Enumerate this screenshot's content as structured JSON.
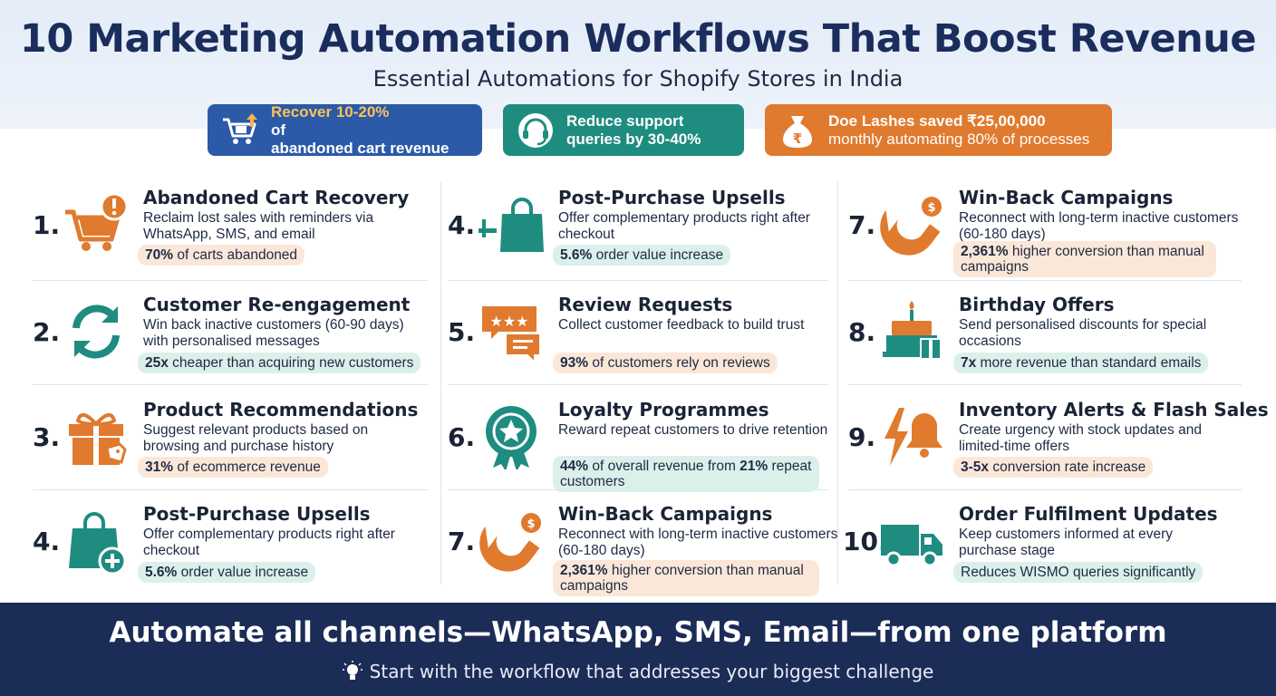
{
  "header": {
    "title": "10 Marketing Automation Workflows That Boost Revenue",
    "subtitle": "Essential Automations for Shopify Stores in India"
  },
  "stats": [
    {
      "line1_hl": "Recover 10-20%",
      "line1_rest": " of",
      "line2": "abandoned cart revenue",
      "icon": "cart-upload-icon",
      "color": "#2a5aa8"
    },
    {
      "line1": "Reduce support",
      "line2": "queries by 30-40%",
      "icon": "headset-icon",
      "color": "#1f8c80"
    },
    {
      "line1": "Doe Lashes saved ₹25,00,000",
      "line2": "monthly automating 80% of processes",
      "icon": "rupee-bag-icon",
      "color": "#e07a2e"
    }
  ],
  "workflows": [
    {
      "num": "1.",
      "title": "Abandoned Cart Recovery",
      "desc": "Reclaim lost sales with reminders via WhatsApp, SMS, and email",
      "stat_bold": "70%",
      "stat_rest": " of carts abandoned",
      "icon": "cart-alert-icon"
    },
    {
      "num": "2.",
      "title": "Customer Re-engagement",
      "desc": "Win back inactive customers (60-90 days) with personalised messages",
      "stat_bold": "25x",
      "stat_rest": " cheaper than acquiring new customers",
      "icon": "refresh-icon"
    },
    {
      "num": "3.",
      "title": "Product Recommendations",
      "desc": "Suggest relevant products based on browsing and purchase history",
      "stat_bold": "31%",
      "stat_rest": " of ecommerce revenue",
      "icon": "gift-tag-icon"
    },
    {
      "num": "4.",
      "title": "Post-Purchase Upsells",
      "desc": "Offer complementary products right after checkout",
      "stat_bold": "5.6%",
      "stat_rest": " order value increase",
      "icon": "bag-plus-icon"
    },
    {
      "num": "4.",
      "title": "Post-Purchase Upsells",
      "desc": "Offer complementary products right after checkout",
      "stat_bold": "5.6%",
      "stat_rest": " order value increase",
      "icon": "plus-bag-icon"
    },
    {
      "num": "5.",
      "title": "Review Requests",
      "desc": "Collect customer feedback to build trust",
      "stat_bold": "93%",
      "stat_rest": " of customers rely on reviews",
      "icon": "review-bubble-icon"
    },
    {
      "num": "6.",
      "title": "Loyalty Programmes",
      "desc": "Reward repeat customers to drive retention",
      "stat_bold": "44%",
      "stat_mid": " of overall revenue from ",
      "stat_bold2": "21%",
      "stat_rest": " repeat customers",
      "icon": "star-badge-icon"
    },
    {
      "num": "7.",
      "title": "Win-Back Campaigns",
      "desc": "Reconnect with long-term inactive customers (60-180 days)",
      "stat_bold": "2,361%",
      "stat_rest": " higher conversion than manual campaigns",
      "icon": "magnet-coin-icon"
    },
    {
      "num": "7.",
      "title": "Win-Back Campaigns",
      "desc": "Reconnect with long-term inactive customers (60-180 days)",
      "stat_bold": "2,361%",
      "stat_rest": " higher conversion than manual campaigns",
      "icon": "magnet-coin-icon"
    },
    {
      "num": "8.",
      "title": "Birthday Offers",
      "desc": "Send personalised discounts for special occasions",
      "stat_bold": "7x",
      "stat_rest": " more revenue than standard emails",
      "icon": "cake-gift-icon"
    },
    {
      "num": "9.",
      "title": "Inventory Alerts & Flash Sales",
      "desc": "Create urgency with stock updates and limited-time offers",
      "stat_bold": "3-5x",
      "stat_rest": " conversion rate increase",
      "icon": "bolt-bell-icon"
    },
    {
      "num": "10.",
      "title": "Order Fulfilment Updates",
      "desc": "Keep customers informed at every purchase stage",
      "stat_bold": "",
      "stat_rest": "Reduces WISMO queries significantly",
      "icon": "truck-icon"
    }
  ],
  "footer": {
    "main": "Automate all channels—WhatsApp, SMS, Email—from one platform",
    "sub": "Start with the workflow that addresses your biggest challenge",
    "icon": "lightbulb-icon"
  },
  "colors": {
    "navy": "#1b2c57",
    "orange": "#e07a2e",
    "teal": "#1f8c80",
    "blue": "#2a5aa8"
  }
}
